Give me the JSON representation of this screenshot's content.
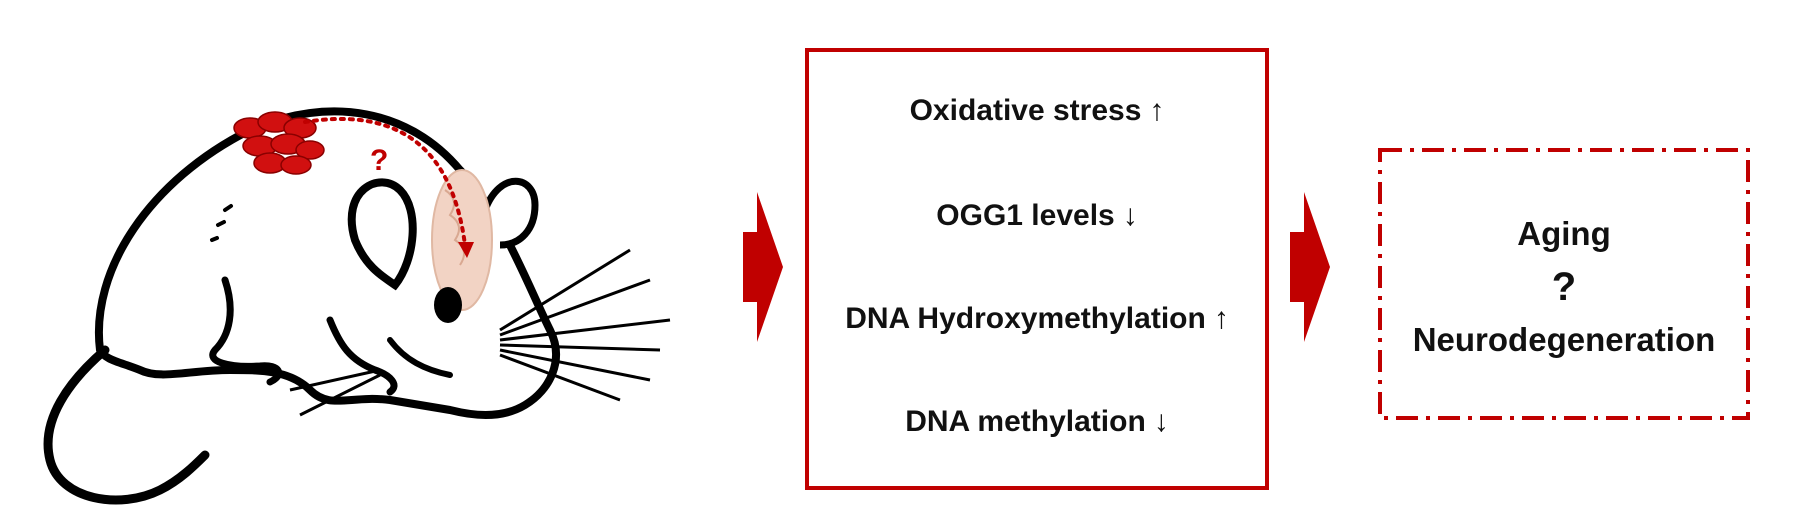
{
  "illustration": {
    "question_mark": "?"
  },
  "middle_box": {
    "lines": [
      {
        "text": "Oxidative stress",
        "arrow": "↑"
      },
      {
        "text": "OGG1 levels",
        "arrow": "↓"
      },
      {
        "text": "DNA Hydroxymethylation",
        "arrow": "↑"
      },
      {
        "text": "DNA methylation",
        "arrow": "↓"
      }
    ]
  },
  "right_box": {
    "top": "Aging",
    "middle": "?",
    "bottom": "Neurodegeneration"
  },
  "colors": {
    "accent": "#c00000",
    "text": "#111111",
    "brain": "#f2d3c4"
  }
}
